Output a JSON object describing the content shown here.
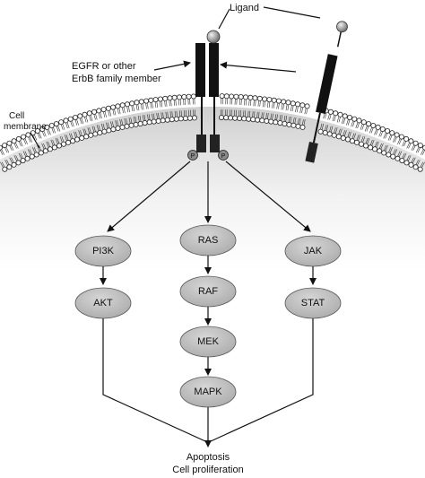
{
  "labels": {
    "ligand": "Ligand",
    "egfr_line1": "EGFR or other",
    "egfr_line2": "ErbB family member",
    "membrane_line1": "Cell",
    "membrane_line2": "membrane",
    "phospho": "P",
    "outcome_line1": "Apoptosis",
    "outcome_line2": "Cell proliferation"
  },
  "nodes": {
    "pi3k": "PI3K",
    "akt": "AKT",
    "ras": "RAS",
    "raf": "RAF",
    "mek": "MEK",
    "mapk": "MAPK",
    "jak": "JAK",
    "stat": "STAT"
  },
  "colors": {
    "node_fill": "#bdbdbd",
    "cell_gradient_top": "#d8d8d8",
    "cell_gradient_bottom": "#ffffff",
    "receptor": "#111111"
  }
}
